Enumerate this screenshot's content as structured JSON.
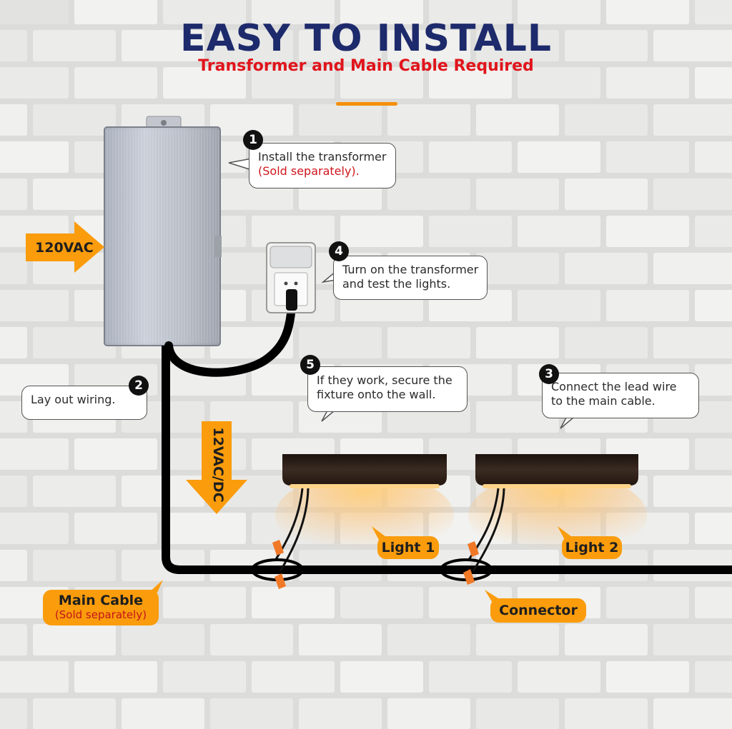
{
  "header": {
    "title": "EASY TO INSTALL",
    "subtitle": "Transformer and Main Cable Required"
  },
  "steps": [
    {
      "number": "1",
      "lines": [
        "Install the transformer"
      ],
      "note": "(Sold separately)."
    },
    {
      "number": "2",
      "lines": [
        "Lay out wiring."
      ]
    },
    {
      "number": "3",
      "lines": [
        "Connect the lead wire",
        "to the  main cable."
      ]
    },
    {
      "number": "4",
      "lines": [
        "Turn on the transformer",
        "and test the lights."
      ]
    },
    {
      "number": "5",
      "lines": [
        "If they work, secure the",
        "fixture  onto the wall."
      ]
    }
  ],
  "labels": {
    "input_voltage": "120VAC",
    "output_voltage": "12VAC/DC",
    "main_cable": "Main Cable",
    "main_cable_note": "(Sold separately)",
    "light_1": "Light 1",
    "light_2": "Light 2",
    "connector": "Connector"
  },
  "colors": {
    "title": "#1d2a6b",
    "subtitle": "#e0141b",
    "accent": "#f5900a",
    "tag": "#fa9c0c",
    "cable": "#000000",
    "fixture": "#2b1d17",
    "glow": "#ffb347"
  },
  "icons": [
    "transformer-box",
    "outlet-icon",
    "plug-icon",
    "wall-light-fixture",
    "wire-nut-connector"
  ]
}
